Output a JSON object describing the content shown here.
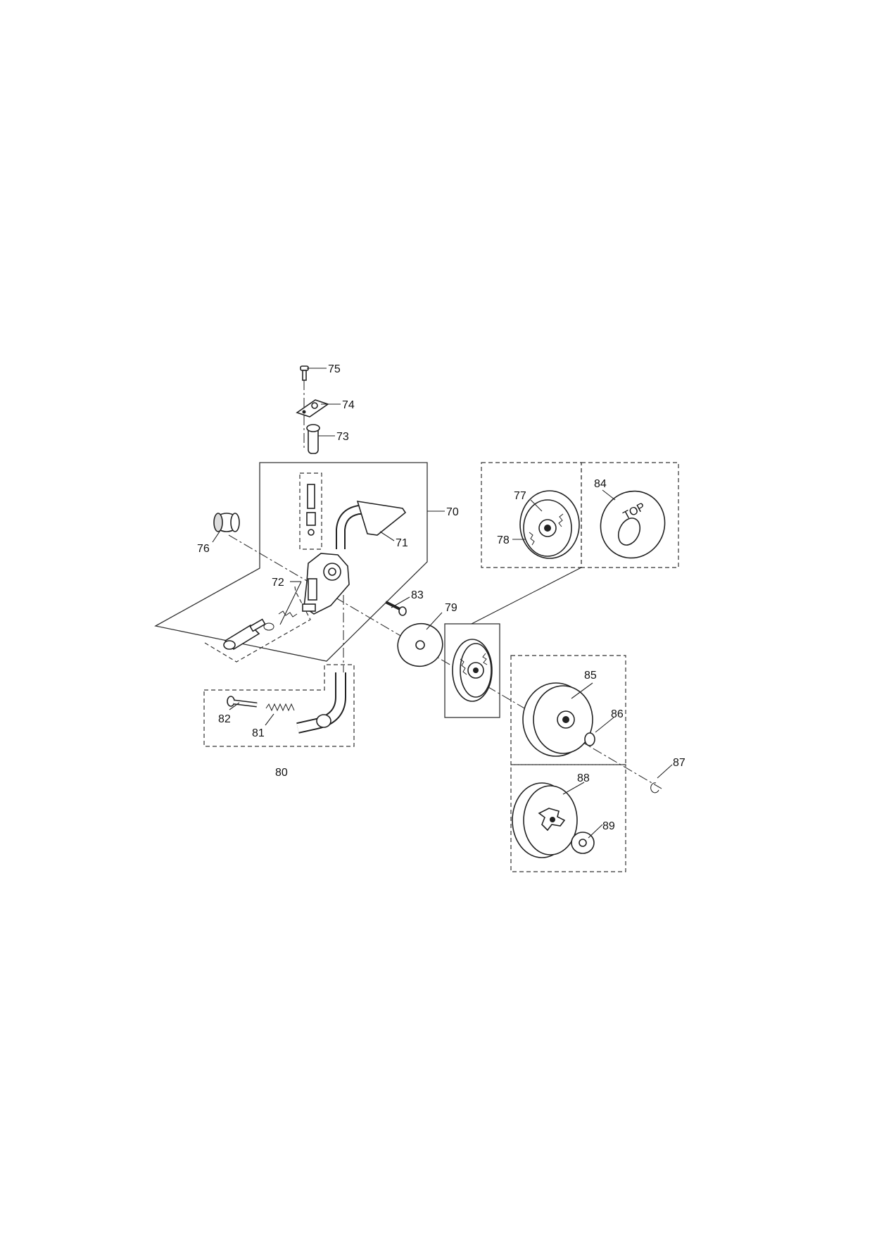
{
  "callouts": [
    {
      "id": "n70",
      "text": "70"
    },
    {
      "id": "n71",
      "text": "71"
    },
    {
      "id": "n72",
      "text": "72"
    },
    {
      "id": "n73",
      "text": "73"
    },
    {
      "id": "n74",
      "text": "74"
    },
    {
      "id": "n75",
      "text": "75"
    },
    {
      "id": "n76",
      "text": "76"
    },
    {
      "id": "n77",
      "text": "77"
    },
    {
      "id": "n78",
      "text": "78"
    },
    {
      "id": "n79",
      "text": "79"
    },
    {
      "id": "n80",
      "text": "80"
    },
    {
      "id": "n81",
      "text": "81"
    },
    {
      "id": "n82",
      "text": "82"
    },
    {
      "id": "n83",
      "text": "83"
    },
    {
      "id": "n84",
      "text": "84"
    },
    {
      "id": "n85",
      "text": "85"
    },
    {
      "id": "n86",
      "text": "86"
    },
    {
      "id": "n87",
      "text": "87"
    },
    {
      "id": "n88",
      "text": "88"
    },
    {
      "id": "n89",
      "text": "89"
    }
  ],
  "part_marking": "TOP"
}
